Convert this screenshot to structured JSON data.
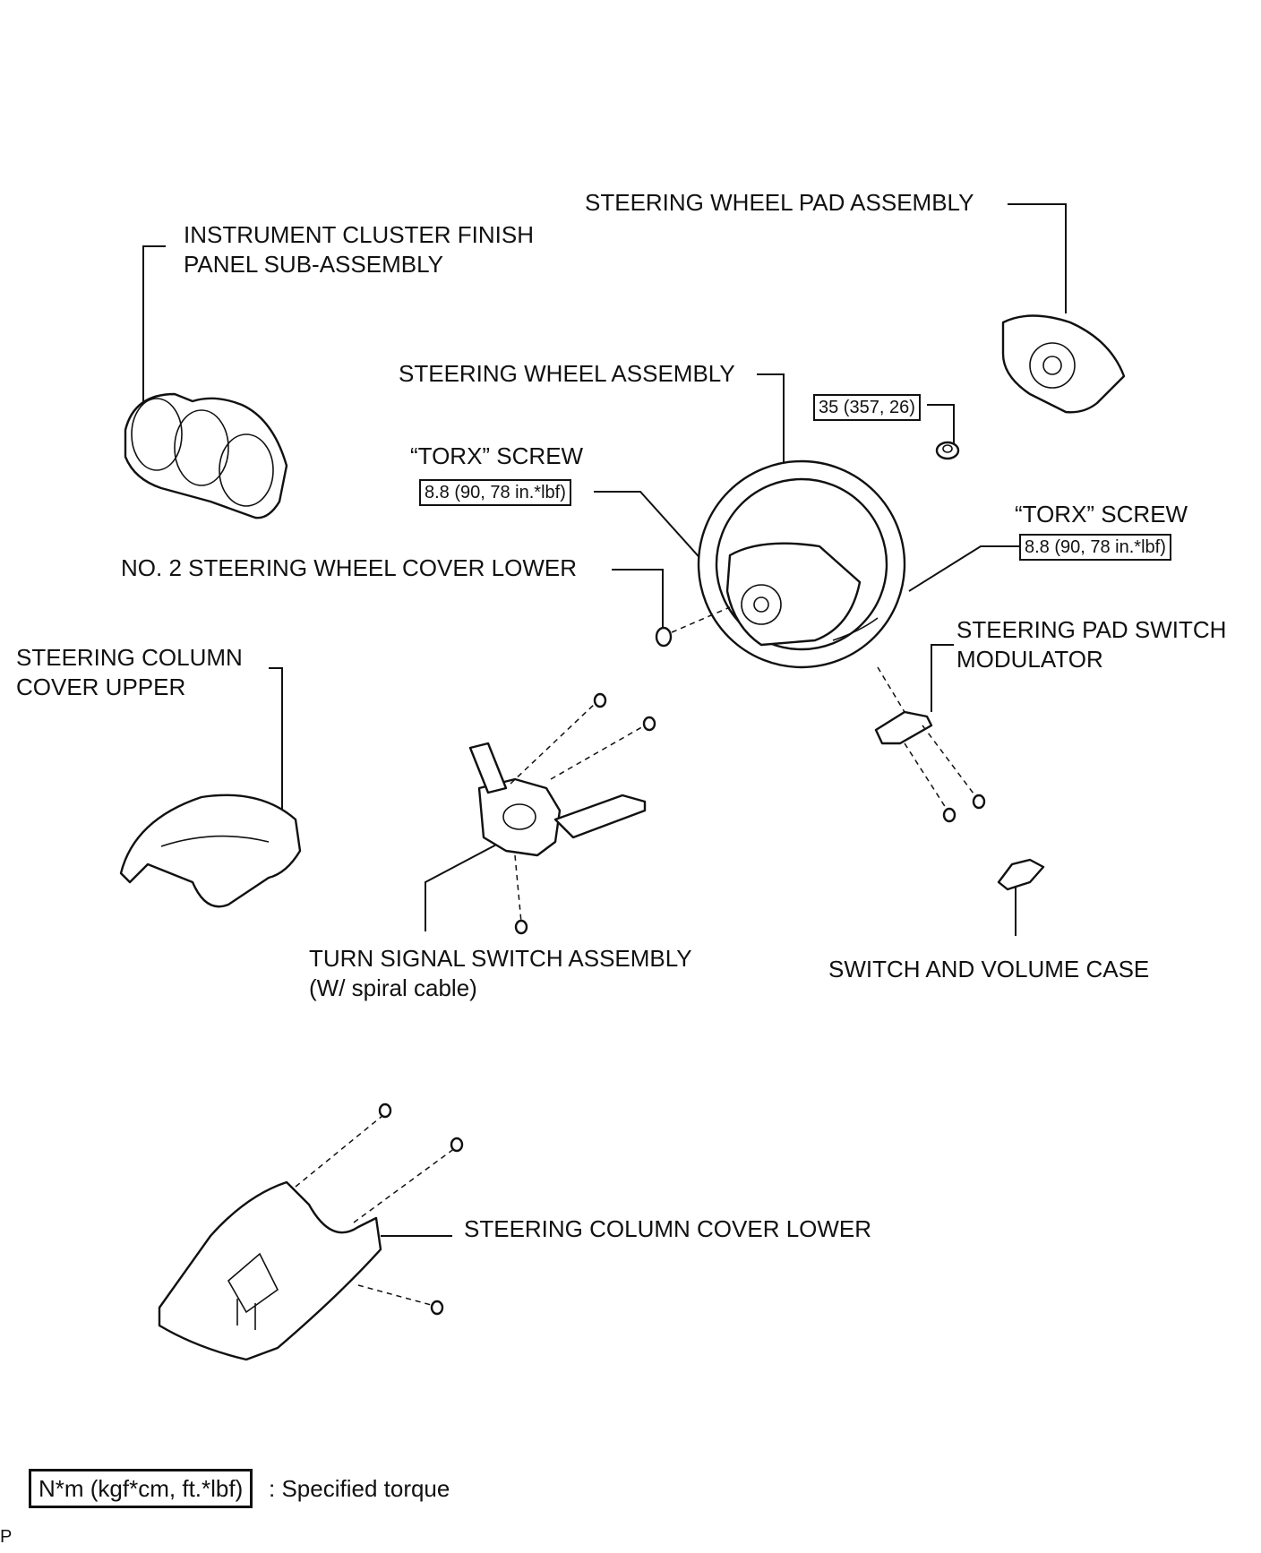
{
  "labels": {
    "cluster_panel_l1": "INSTRUMENT CLUSTER FINISH",
    "cluster_panel_l2": "PANEL SUB-ASSEMBLY",
    "wheel_pad": "STEERING WHEEL PAD ASSEMBLY",
    "wheel_assembly": "STEERING WHEEL ASSEMBLY",
    "torx_left": "“TORX” SCREW",
    "torx_right": "“TORX” SCREW",
    "cover_lower_no2": "NO. 2 STEERING WHEEL COVER LOWER",
    "pad_switch_modulator_l1": "STEERING PAD SWITCH",
    "pad_switch_modulator_l2": "MODULATOR",
    "column_cover_upper_l1": "STEERING COLUMN",
    "column_cover_upper_l2": "COVER UPPER",
    "turn_signal_l1": "TURN SIGNAL SWITCH ASSEMBLY",
    "turn_signal_l2": "(W/ spiral cable)",
    "switch_volume_case": "SWITCH AND VOLUME CASE",
    "column_cover_lower": "STEERING COLUMN COVER LOWER"
  },
  "torques": {
    "nut": "35 (357, 26)",
    "torx_left": "8.8 (90, 78 in.*lbf)",
    "torx_right": "8.8 (90, 78 in.*lbf)"
  },
  "legend": {
    "unit": "N*m (kgf*cm, ft.*lbf)",
    "text": ": Specified torque"
  },
  "corner_mark": "P"
}
